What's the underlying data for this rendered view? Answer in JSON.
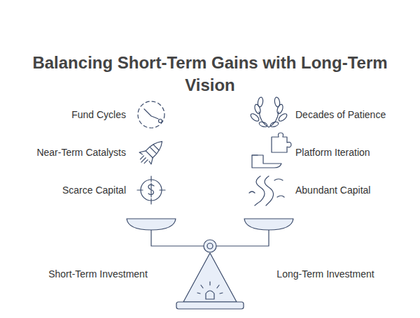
{
  "diagram": {
    "title": "Balancing Short-Term Gains with Long-Term Vision",
    "labels": [
      "Fund Cycles",
      "Near-Term Catalysts",
      "Scarce Capital",
      "Decades of Patience",
      "Platform Iteration",
      "Abundant Capital",
      "Short-Term Investment",
      "Long-Term Investment"
    ]
  }
}
